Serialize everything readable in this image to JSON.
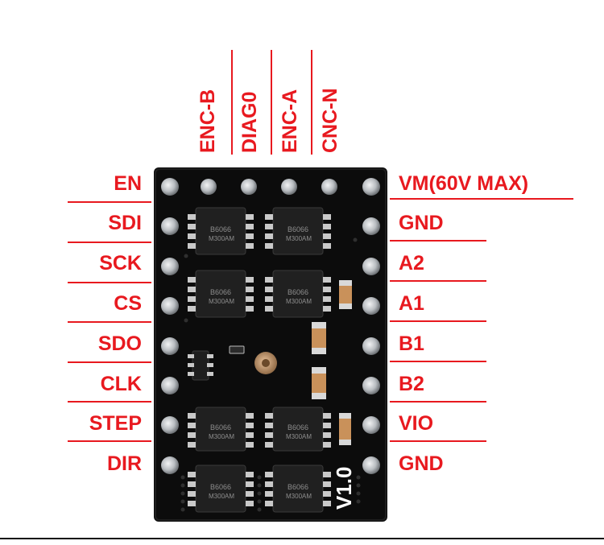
{
  "left_pins": [
    "EN",
    "SDI",
    "SCK",
    "CS",
    "SDO",
    "CLK",
    "STEP",
    "DIR"
  ],
  "right_pins": [
    "VM(60V MAX)",
    "GND",
    "A2",
    "A1",
    "B1",
    "B2",
    "VIO",
    "GND"
  ],
  "top_pins": [
    "ENC-B",
    "DIAG0",
    "ENC-A",
    "CNC-N"
  ],
  "chip_marking": {
    "line1": "B6066",
    "line2": "M300AM"
  },
  "board_version": "V1.0",
  "colors": {
    "label": "#e8191f",
    "board": "#0c0c0c",
    "pin": "#b9bdc1",
    "chip": "#202020"
  }
}
